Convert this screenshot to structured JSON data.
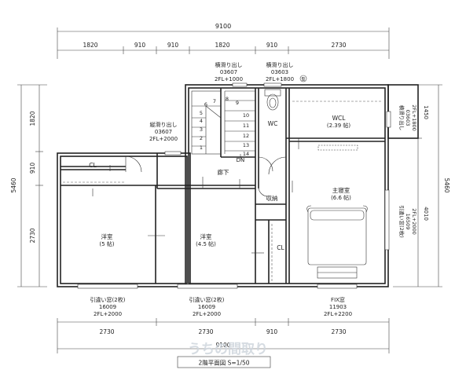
{
  "dimensions": {
    "total_top": "9100",
    "top_segments": [
      "1820",
      "910",
      "910",
      "1820",
      "910",
      "2730"
    ],
    "bottom_segments": [
      "2730",
      "2730",
      "910",
      "2730"
    ],
    "bottom_total": "9100",
    "left_total": "5460",
    "left_segments": [
      "1820",
      "910",
      "2730"
    ],
    "right_total": "5460",
    "right_upper": "1450",
    "right_lower": "4010"
  },
  "rooms": {
    "wc": "WC",
    "wcl": "WCL",
    "wcl_size": "(2.39 帖)",
    "cl_left": "CL",
    "hallway": "廊下",
    "storage": "収納",
    "master": "主寝室",
    "master_size": "(6.6 帖)",
    "western1": "洋室",
    "western1_size": "(5 帖)",
    "western2": "洋室",
    "western2_size": "(4.5 帖)",
    "cl_right": "CL",
    "dn": "DN"
  },
  "stair_numbers": [
    "1",
    "2",
    "3",
    "4",
    "5",
    "6",
    "7",
    "8",
    "9",
    "10",
    "11",
    "12",
    "13",
    "14"
  ],
  "windows": {
    "top_left": {
      "type": "横滑り出し",
      "code": "03607",
      "height": "2FL+1000"
    },
    "top_right": {
      "type": "横滑り出し",
      "code": "03603",
      "height": "2FL+1800",
      "badge": "型"
    },
    "stair": {
      "type": "縦滑り出し",
      "code": "03607",
      "height": "2FL+2000"
    },
    "right_upper": {
      "type": "横滑り出し",
      "code": "03603",
      "height": "2FL+1800"
    },
    "right_lower": {
      "type": "引違い窓(2枚)",
      "code": "16509",
      "height": "2FL+2000"
    },
    "bottom1": {
      "type": "引違い窓(2枚)",
      "code": "16009",
      "height": "2FL+2000"
    },
    "bottom2": {
      "type": "引違い窓(2枚)",
      "code": "16009",
      "height": "2FL+2000"
    },
    "bottom3": {
      "type": "FIX窓",
      "code": "11903",
      "height": "2FL+2200"
    }
  },
  "caption": "2階平面図  S=1/50",
  "watermark": "うちの間取り"
}
